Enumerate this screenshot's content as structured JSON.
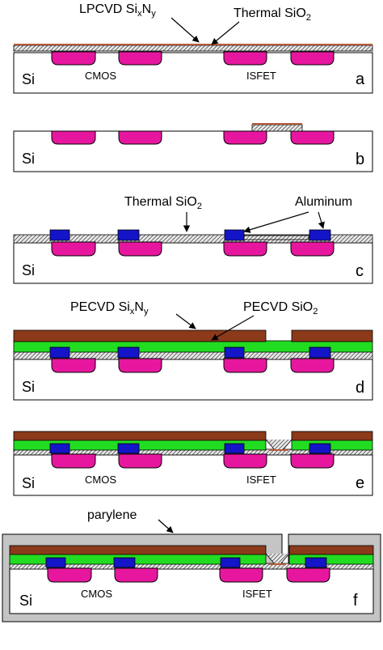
{
  "colors": {
    "silicon": "#ffffff",
    "well": "#e6179e",
    "thermal_oxide": "#e4e4e4",
    "aluminum": "#1414c8",
    "pecvd_oxide": "#22dc22",
    "pecvd_nitride": "#8b3a1a",
    "lpcvd_nitride": "#b85a3a",
    "parylene": "#c4c4c4",
    "outline": "#000000"
  },
  "panels": [
    {
      "letter": "a",
      "substrate": "Si",
      "region_left": "CMOS",
      "region_right": "ISFET",
      "callouts": [
        {
          "text": "LPCVD Si",
          "sub1": "x",
          "mid": "N",
          "sub2": "y"
        },
        {
          "text": "Thermal SiO",
          "sub1": "2"
        }
      ]
    },
    {
      "letter": "b",
      "substrate": "Si"
    },
    {
      "letter": "c",
      "substrate": "Si",
      "callouts": [
        {
          "text": "Thermal SiO",
          "sub1": "2"
        },
        {
          "text": "Aluminum"
        }
      ]
    },
    {
      "letter": "d",
      "substrate": "Si",
      "callouts": [
        {
          "text": "PECVD Si",
          "sub1": "x",
          "mid": "N",
          "sub2": "y"
        },
        {
          "text": "PECVD SiO",
          "sub1": "2"
        }
      ]
    },
    {
      "letter": "e",
      "substrate": "Si",
      "region_left": "CMOS",
      "region_right": "ISFET"
    },
    {
      "letter": "f",
      "substrate": "Si",
      "region_left": "CMOS",
      "region_right": "ISFET",
      "callouts": [
        {
          "text": "parylene"
        }
      ]
    }
  ]
}
